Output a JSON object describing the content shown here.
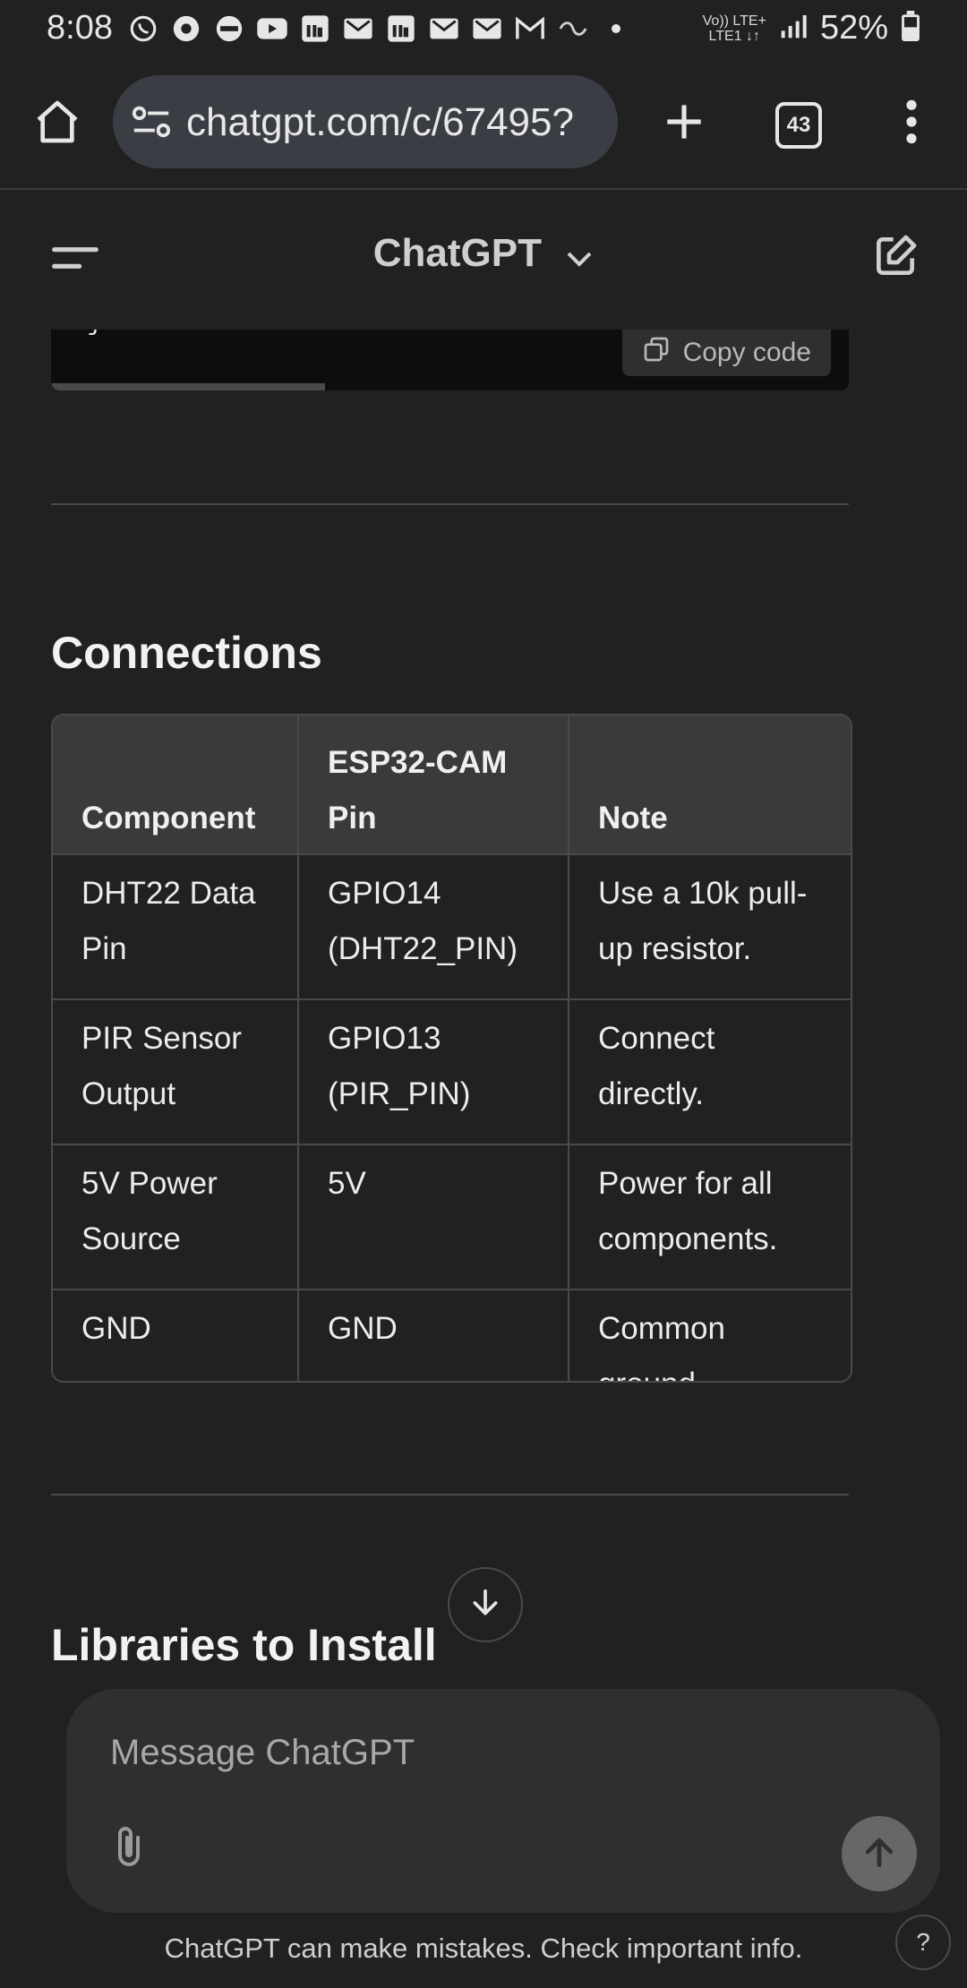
{
  "status_bar": {
    "time": "8:08",
    "network_top": "Vo)) LTE+",
    "network_bottom": "LTE1 ↓↑",
    "battery": "52%"
  },
  "browser": {
    "url": "chatgpt.com/c/67495?",
    "tab_count": "43"
  },
  "header": {
    "title": "ChatGPT"
  },
  "code_block": {
    "partial_text": "}",
    "copy_label": "Copy code"
  },
  "section_connections": {
    "heading": "Connections",
    "columns": [
      "Component",
      "ESP32-CAM Pin",
      "Note"
    ],
    "rows": [
      [
        "DHT22 Data Pin",
        "GPIO14 (DHT22_PIN)",
        "Use a 10k pull-up resistor."
      ],
      [
        "PIR Sensor Output",
        "GPIO13 (PIR_PIN)",
        "Connect directly."
      ],
      [
        "5V Power Source",
        "5V",
        "Power for all components."
      ],
      [
        "GND",
        "GND",
        "Common ground."
      ]
    ]
  },
  "section_libraries": {
    "heading": "Libraries to Install"
  },
  "composer": {
    "placeholder": "Message ChatGPT"
  },
  "footer": {
    "disclaimer": "ChatGPT can make mistakes. Check important info.",
    "help": "?"
  },
  "colors": {
    "background": "#212121",
    "composer": "#2f2f2f",
    "table_header": "#3a3a3a",
    "border": "#4a4a4a"
  }
}
